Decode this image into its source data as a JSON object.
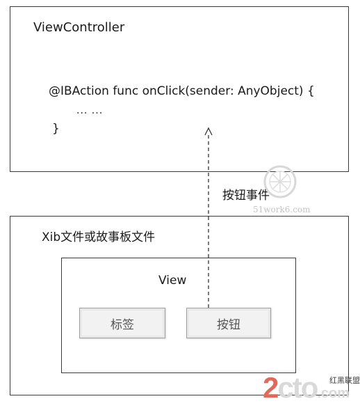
{
  "view_controller": {
    "title": "ViewController",
    "code_line_1": "@IBAction func onClick(sender: AnyObject) {",
    "code_line_2": "... ...",
    "code_line_3": "}"
  },
  "xib": {
    "title": "Xib文件或故事板文件",
    "view_title": "View",
    "label_widget": "标签",
    "button_widget": "按钮"
  },
  "event": {
    "label": "按钮事件"
  },
  "watermark": {
    "site": "51work6.com",
    "logo_red": "2",
    "logo_rest": "cto",
    "logo_suffix": ".com",
    "logo_cn": "红黑联盟"
  }
}
